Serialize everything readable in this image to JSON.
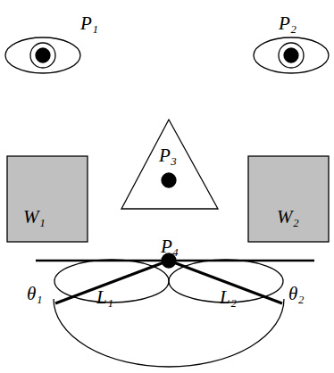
{
  "diagram": {
    "nodes": [
      {
        "text": [
          "P₁"
        ]
      },
      {
        "text": [
          "P₂"
        ]
      },
      {
        "text": [
          "P₃"
        ]
      },
      {
        "text": [
          "W₁"
        ]
      },
      {
        "text": [
          "W₂"
        ]
      }
    ],
    "labels": [
      "P₄",
      "θ₁",
      "L₁",
      "L₂",
      "θ₂"
    ]
  }
}
